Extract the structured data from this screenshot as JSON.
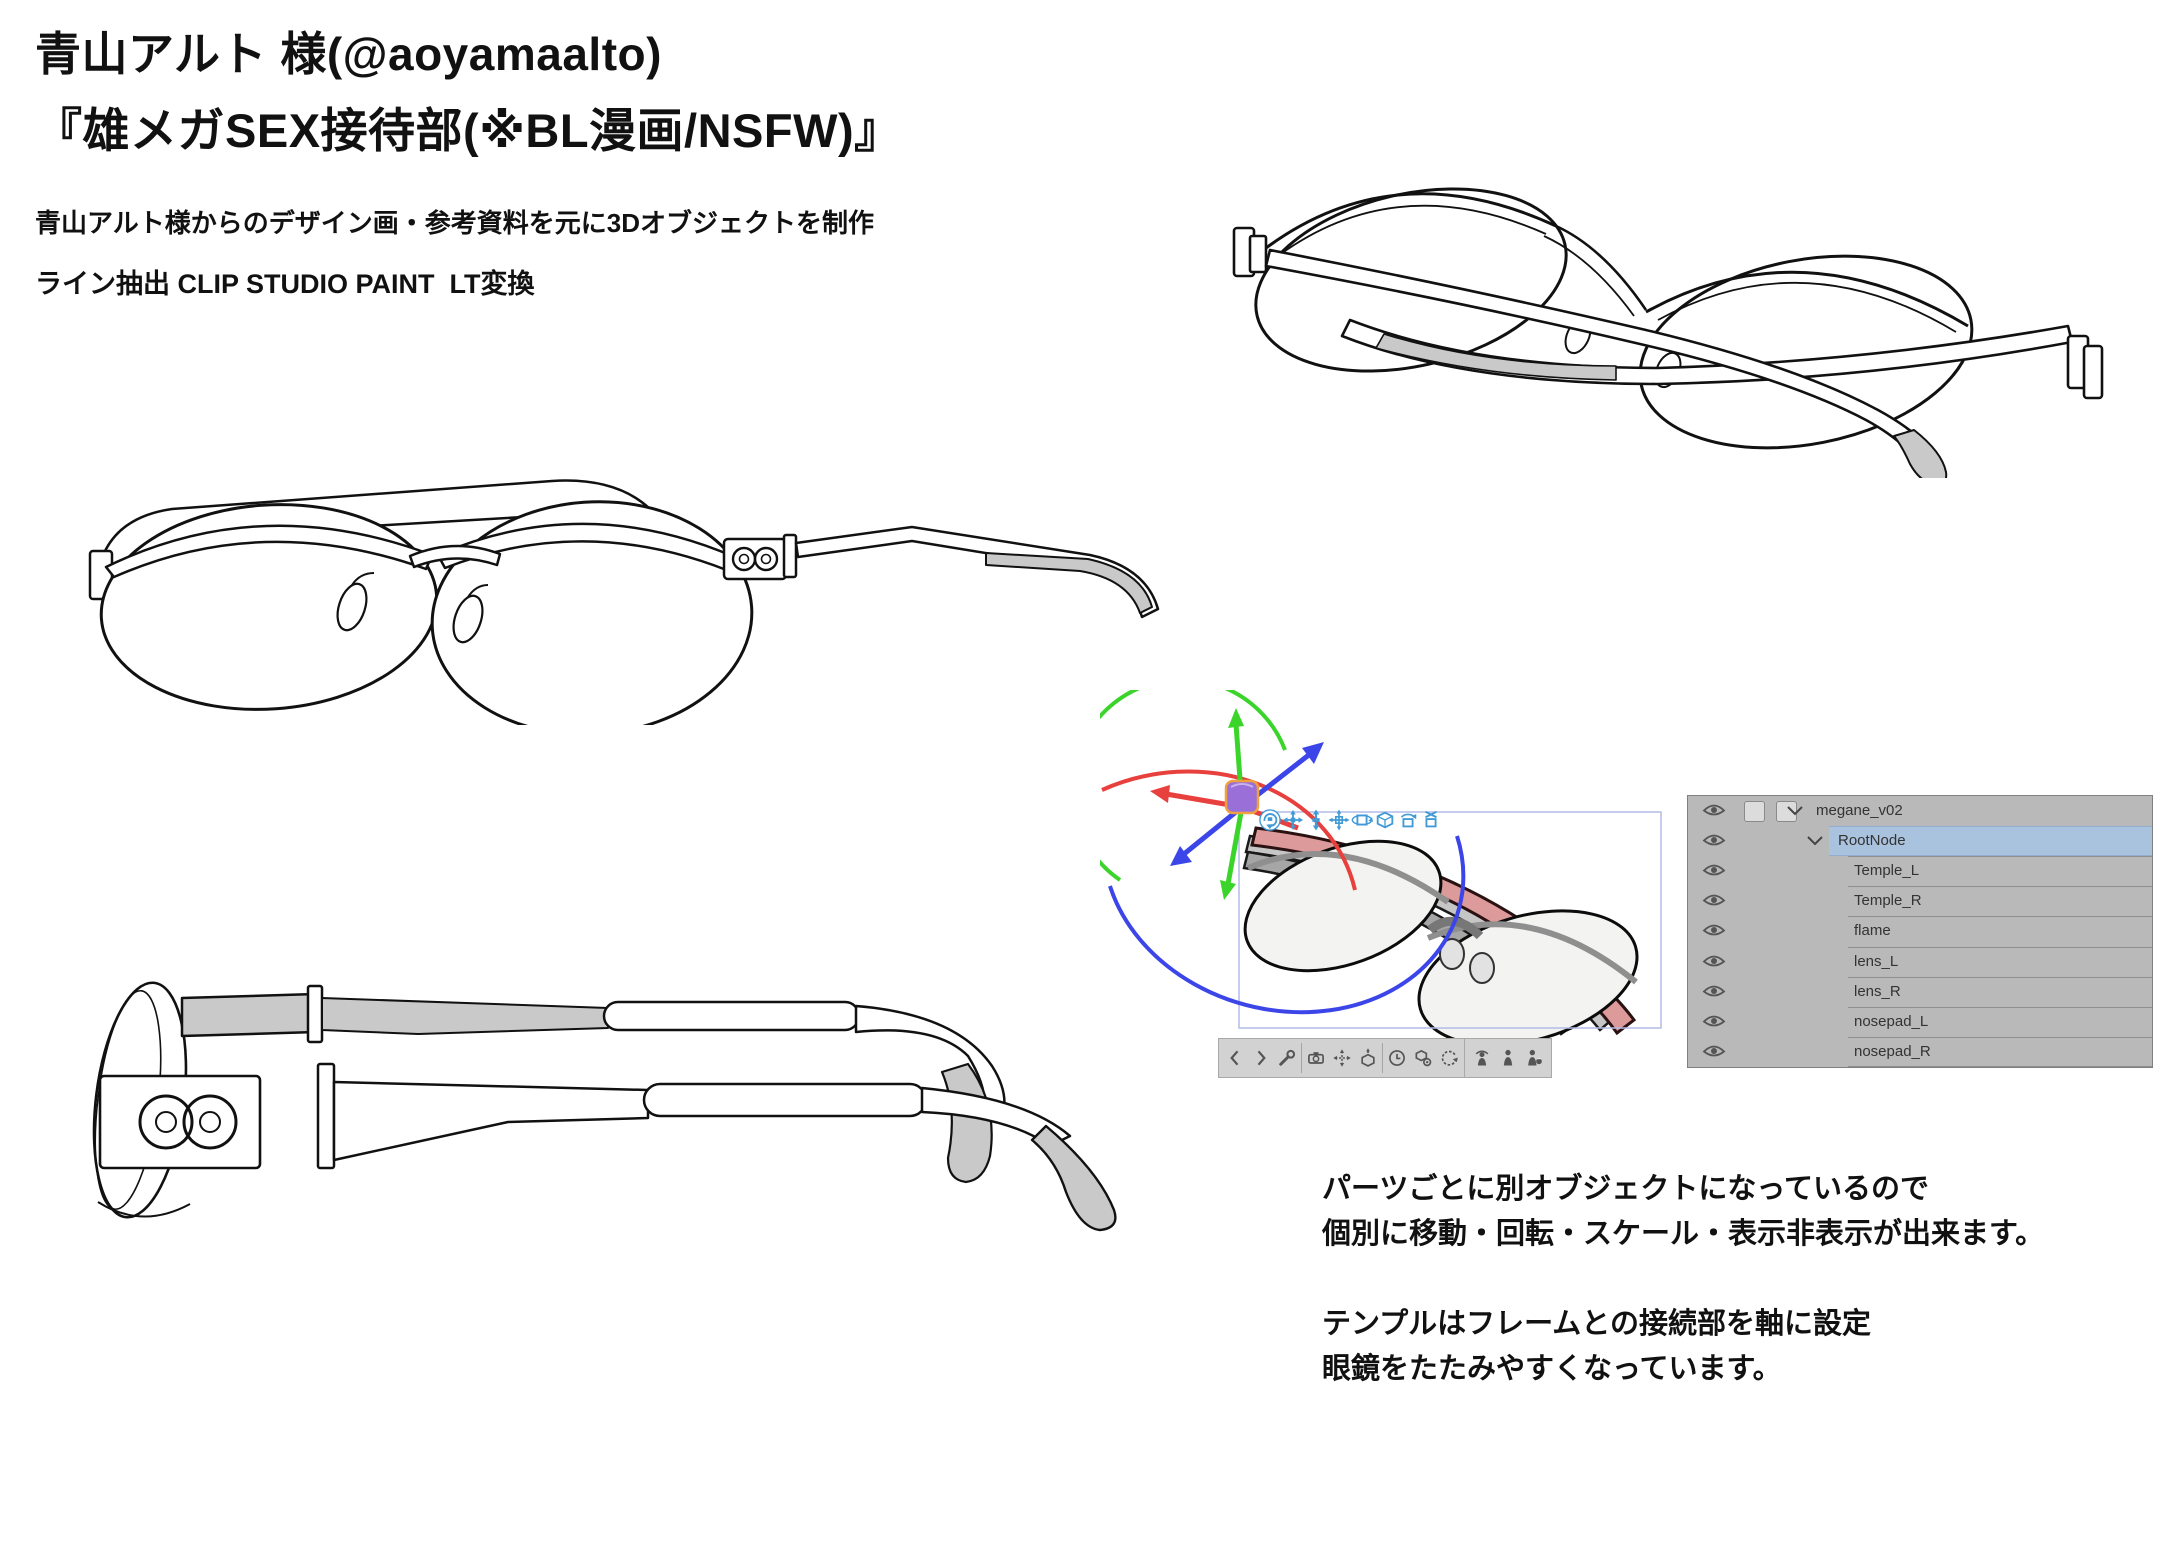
{
  "page": {
    "background": "#ffffff"
  },
  "header": {
    "client_line": "青山アルト 様(@aoyamaalto)",
    "title_line": "『雄メガSEX接待部(※BL漫画/NSFW)』",
    "desc_line1": "青山アルト様からのデザイン画・参考資料を元に3Dオブジェクトを制作",
    "desc_line2": "ライン抽出 CLIP STUDIO PAINT  LT変換"
  },
  "viewport": {
    "object_toolbar_icons": [
      "camera-rotate",
      "camera-pan",
      "camera-zoom",
      "object-move",
      "object-rotate",
      "object-scale",
      "object-roll",
      "object-snap"
    ],
    "bottom_toolbar_group1": [
      "prev",
      "next",
      "tool-settings",
      "camera",
      "move",
      "object",
      "timeline",
      "material",
      "reset-rotation"
    ],
    "bottom_toolbar_group2": [
      "pose-spiral",
      "pose-body",
      "pose-hand"
    ],
    "colors": {
      "axis_red": "#e8403c",
      "axis_green": "#3ad42a",
      "axis_blue": "#3c46e8",
      "gizmo_cube": "#9a6fd8",
      "selection_box": "#b3bbe8",
      "temple_highlight": "#dd9a9a",
      "icon_blue": "#3f9ad6",
      "toolbar_bg": "#d2d2d2"
    }
  },
  "layer_panel": {
    "colors": {
      "bg": "#b9b9b9",
      "selected_bg": "#a9c2de"
    },
    "rows": [
      {
        "label": "megane_v02",
        "type": "root"
      },
      {
        "label": "RootNode",
        "type": "group",
        "selected": true
      },
      {
        "label": "Temple_L"
      },
      {
        "label": "Temple_R"
      },
      {
        "label": "flame"
      },
      {
        "label": "lens_L"
      },
      {
        "label": "lens_R"
      },
      {
        "label": "nosepad_L"
      },
      {
        "label": "nosepad_R"
      }
    ]
  },
  "notes": {
    "p1_line1": "パーツごとに別オブジェクトになっているので",
    "p1_line2": "個別に移動・回転・スケール・表示非表示が出来ます。",
    "p2_line1": "テンプルはフレームとの接続部を軸に設定",
    "p2_line2": "眼鏡をたたみやすくなっています。"
  }
}
